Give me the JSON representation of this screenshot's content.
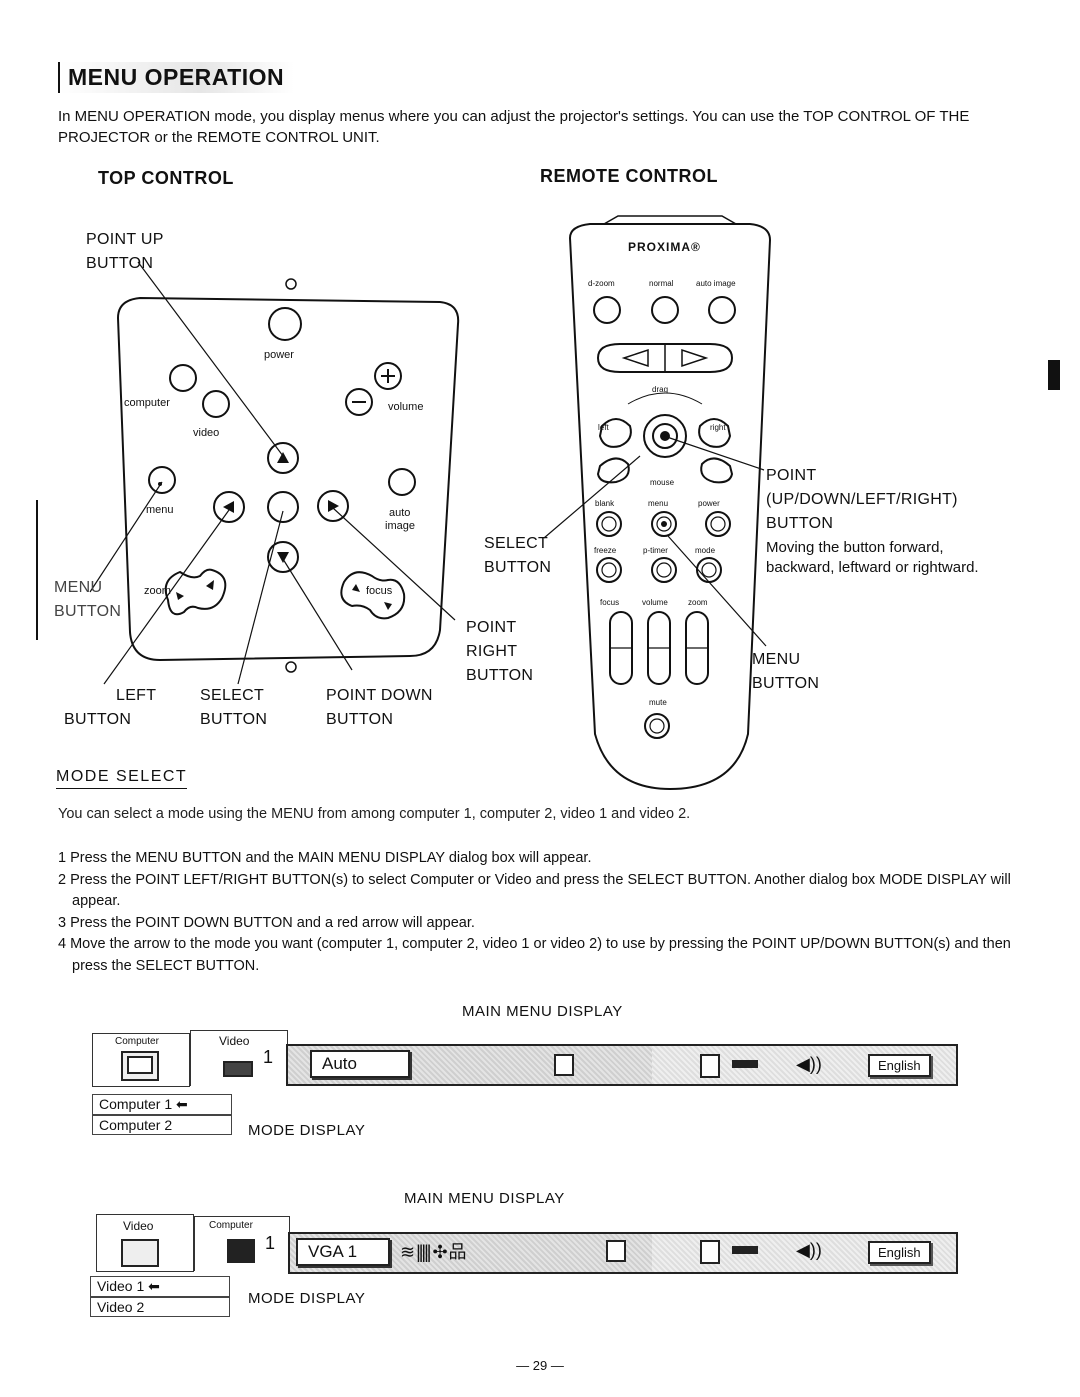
{
  "title": "MENU OPERATION",
  "intro": "In MENU OPERATION mode, you display menus where you can adjust the projector's settings. You can use the TOP CONTROL OF THE PROJECTOR or the REMOTE CONTROL UNIT.",
  "top_control": {
    "heading": "TOP CONTROL",
    "labels": {
      "power": "power",
      "computer": "computer",
      "video": "video",
      "volume": "volume",
      "menu": "menu",
      "auto": "auto",
      "image": "image",
      "zoom": "zoom",
      "focus": "focus"
    },
    "callouts": {
      "point_up": [
        "POINT UP",
        "BUTTON"
      ],
      "menu": [
        "MENU",
        "BUTTON"
      ],
      "left": [
        "LEFT",
        "BUTTON"
      ],
      "select": [
        "SELECT",
        "BUTTON"
      ],
      "point_down": [
        "POINT DOWN",
        "BUTTON"
      ],
      "point_right": [
        "POINT",
        "RIGHT",
        "BUTTON"
      ]
    }
  },
  "remote_control": {
    "heading": "REMOTE CONTROL",
    "brand": "PROXIMA®",
    "labels": {
      "dzoom": "d-zoom",
      "normal": "normal",
      "auto_image": "auto image",
      "drag": "drag",
      "left": "left",
      "right": "right",
      "mouse": "mouse",
      "blank": "blank",
      "menu": "menu",
      "power": "power",
      "freeze": "freeze",
      "ptimer": "p-timer",
      "mode": "mode",
      "focus": "focus",
      "volume": "volume",
      "zoom": "zoom",
      "mute": "mute"
    },
    "callouts": {
      "select": [
        "SELECT",
        "BUTTON"
      ],
      "point": [
        "POINT",
        "(UP/DOWN/LEFT/RIGHT)",
        "BUTTON"
      ],
      "point_desc": [
        "Moving the button forward,",
        "backward, leftward or rightward."
      ],
      "menu": [
        "MENU",
        "BUTTON"
      ]
    }
  },
  "mode_select": {
    "heading": "MODE SELECT",
    "intro": "You can select a mode using the MENU from among computer 1, computer 2, video 1 and video 2.",
    "steps": [
      "1  Press the MENU BUTTON and the MAIN MENU DISPLAY dialog box will appear.",
      "2  Press the POINT LEFT/RIGHT BUTTON(s) to select Computer or Video and press the SELECT BUTTON. Another dialog box MODE DISPLAY will appear.",
      "3  Press the POINT DOWN BUTTON and a red arrow will appear.",
      "4  Move the arrow to the mode you want (computer 1, computer 2, video 1 or video 2) to use by pressing the POINT UP/DOWN BUTTON(s) and then press the SELECT BUTTON."
    ]
  },
  "display1": {
    "main_label": "MAIN MENU DISPLAY",
    "tab_active": "Computer",
    "tab_other": "Video",
    "index": "1",
    "field": "Auto",
    "language": "English",
    "modes": [
      "Computer 1",
      "Computer 2"
    ],
    "mode_label": "MODE DISPLAY"
  },
  "display2": {
    "main_label": "MAIN MENU DISPLAY",
    "tab_active": "Video",
    "tab_other": "Computer",
    "index": "1",
    "field": "VGA 1",
    "language": "English",
    "modes": [
      "Video 1",
      "Video 2"
    ],
    "mode_label": "MODE DISPLAY"
  },
  "page_number": "— 29 —"
}
